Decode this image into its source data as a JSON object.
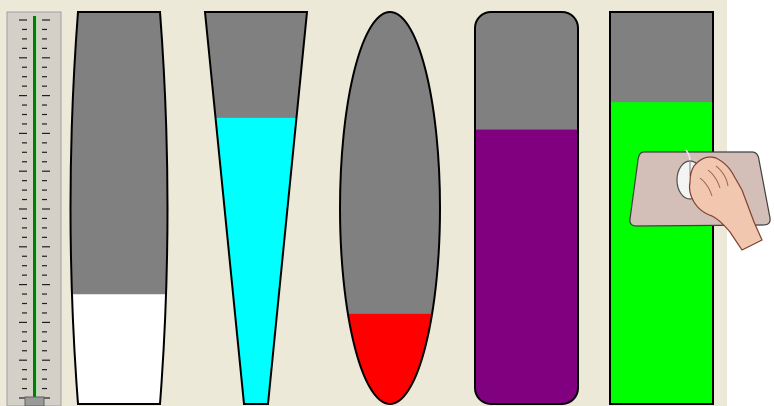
{
  "window": {
    "background_color": "#ECE9D8",
    "frame_color": "#000000",
    "empty_color": "#808080"
  },
  "slider": {
    "orientation": "vertical",
    "value": 0.0,
    "track_color": "#008000"
  },
  "tanks": [
    {
      "id": "barrel",
      "shape": "barrel",
      "fill_level": 0.28,
      "fill_color": "#FFFFFF"
    },
    {
      "id": "cone",
      "shape": "inverted-trapezoid",
      "fill_level": 0.73,
      "fill_color": "#00FFFF"
    },
    {
      "id": "ellipse",
      "shape": "ellipse",
      "fill_level": 0.23,
      "fill_color": "#FF0000"
    },
    {
      "id": "rounded-tube",
      "shape": "rounded-rectangle",
      "fill_level": 0.7,
      "fill_color": "#800080"
    },
    {
      "id": "rectangle",
      "shape": "rectangle",
      "fill_level": 0.77,
      "fill_color": "#00FF00"
    }
  ],
  "mouse_icon": {
    "icon": "mouse-on-pad-icon",
    "pad_color": "#D4BFB8"
  }
}
